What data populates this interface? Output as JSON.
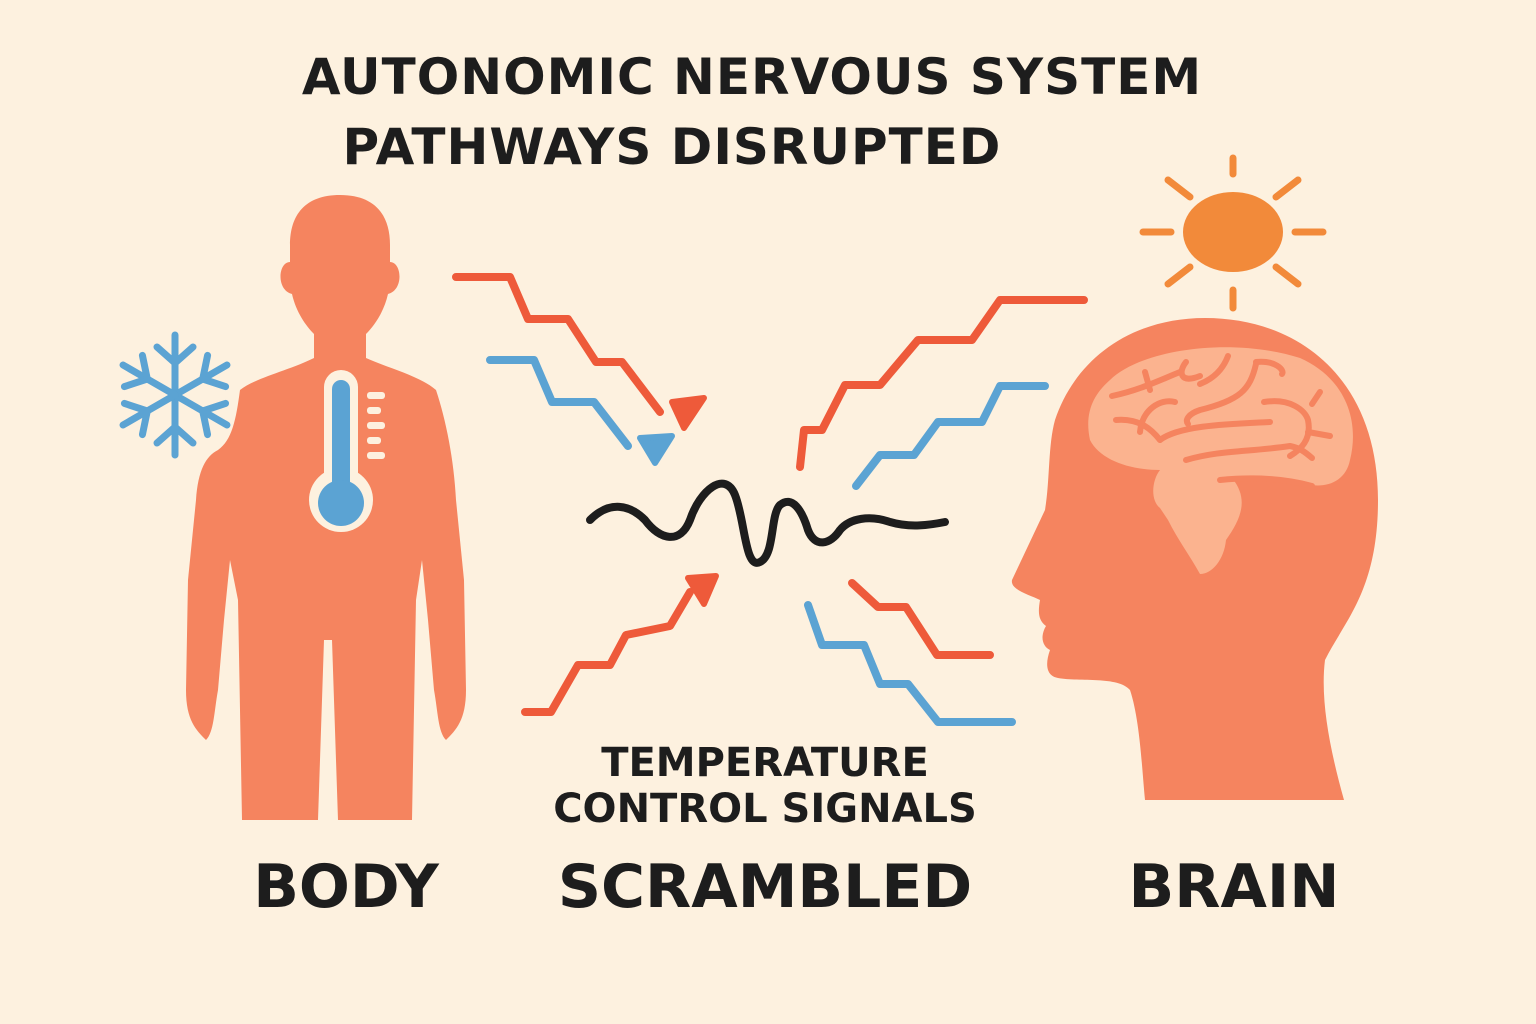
{
  "title": {
    "line1": "AUTONOMIC NERVOUS SYSTEM",
    "line2": "PATHWAYS DISRUPTED"
  },
  "center": {
    "caption_line1": "TEMPERATURE",
    "caption_line2": "CONTROL SIGNALS",
    "status": "SCRAMBLED"
  },
  "left": {
    "label": "BODY",
    "icons": [
      "human-silhouette-icon",
      "thermometer-icon",
      "snowflake-icon"
    ]
  },
  "right": {
    "label": "BRAIN",
    "icons": [
      "head-profile-icon",
      "brain-icon",
      "sun-icon"
    ]
  },
  "signals": {
    "hot_color": "#ee5a3a",
    "cold_color": "#5ba3d3",
    "scrambled_color": "#1d1d1d"
  },
  "colors": {
    "background": "#fdf1df",
    "figure": "#f5845f",
    "brain": "#fbb38f",
    "sun": "#f28a3a",
    "text": "#1d1d1d"
  }
}
